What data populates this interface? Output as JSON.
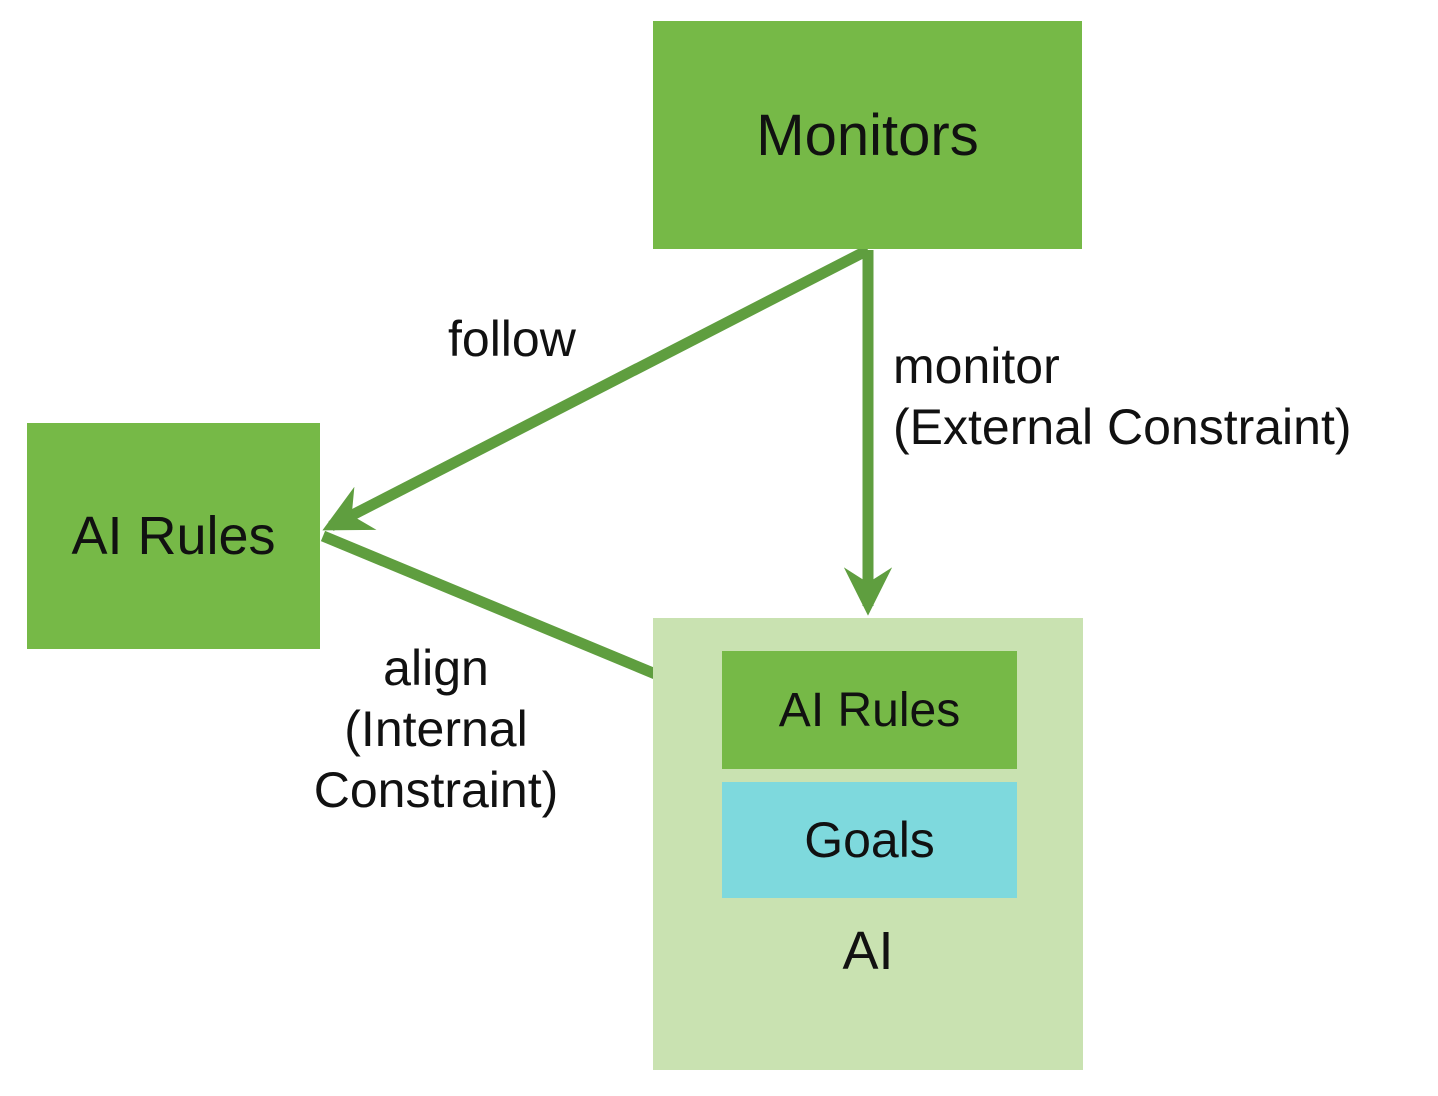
{
  "nodes": {
    "monitors": {
      "label": "Monitors"
    },
    "ai_rules_external": {
      "label": "AI Rules"
    },
    "ai": {
      "label": "AI",
      "ai_rules_internal": {
        "label": "AI Rules"
      },
      "goals": {
        "label": "Goals"
      }
    }
  },
  "edges": {
    "follow": {
      "label": "follow"
    },
    "monitor": {
      "line1": "monitor",
      "line2": "(External Constraint)"
    },
    "align": {
      "line1": "align",
      "line2": "(Internal",
      "line3": "Constraint)"
    }
  },
  "colors": {
    "node_green": "#76b947",
    "ai_container_green": "#c9e2b1",
    "goals_cyan": "#7ed9dd",
    "arrow_green": "#5f9e3f",
    "text": "#111111",
    "background": "#ffffff"
  }
}
